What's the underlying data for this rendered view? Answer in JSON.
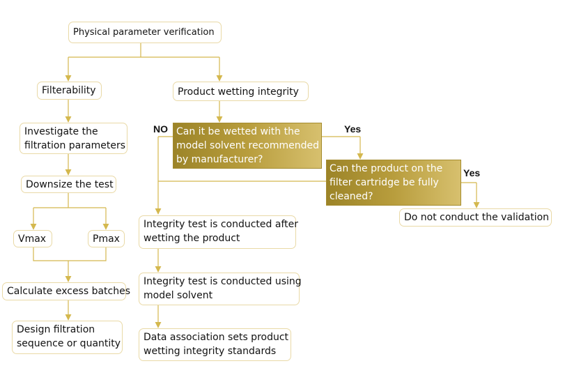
{
  "flow": {
    "root": "Physical parameter verification",
    "filterability": "Filterability",
    "investigate": [
      "Investigate the",
      "filtration parameters"
    ],
    "downsize": "Downsize the test",
    "vmax": "Vmax",
    "pmax": "Pmax",
    "calculate": "Calculate excess batches",
    "design": [
      "Design filtration",
      "sequence or quantity"
    ],
    "wetting": "Product wetting integrity",
    "q1": [
      "Can it be wetted with the",
      "model solvent recommended",
      "by manufacturer?"
    ],
    "q2": [
      "Can the product on the",
      "filter cartridge be fully",
      "cleaned?"
    ],
    "no_validation": "Do not conduct the validation",
    "test_after": [
      "Integrity test is conducted after",
      "wetting the product"
    ],
    "test_using": [
      "Integrity test is conducted using",
      "model solvent"
    ],
    "data_assoc": [
      "Data association sets product",
      "wetting integrity standards"
    ],
    "label_no": "NO",
    "label_yes1": "Yes",
    "label_yes2": "Yes"
  },
  "colors": {
    "connector": "#d4b84e",
    "box_border": "#e9d9a6",
    "decision_dark": "#9c8428",
    "decision_light": "#d7c06e"
  }
}
